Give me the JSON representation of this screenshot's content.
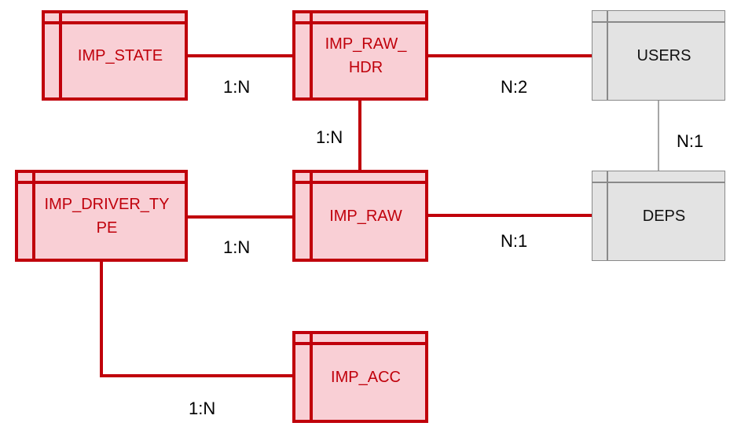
{
  "diagram": {
    "entities": {
      "imp_state": "IMP_STATE",
      "imp_raw_hdr_line1": "IMP_RAW_",
      "imp_raw_hdr_line2": "HDR",
      "users": "USERS",
      "imp_driver_type_line1": "IMP_DRIVER_TY",
      "imp_driver_type_line2": "PE",
      "imp_raw": "IMP_RAW",
      "deps": "DEPS",
      "imp_acc": "IMP_ACC"
    },
    "relations": {
      "state_to_raw_hdr": "1:N",
      "raw_hdr_to_users": "N:2",
      "raw_hdr_to_raw": "1:N",
      "users_to_deps": "N:1",
      "driver_type_to_raw": "1:N",
      "raw_to_deps": "N:1",
      "driver_type_to_acc": "1:N"
    },
    "colors": {
      "core_fill": "#f9cfd5",
      "core_stroke": "#c0000b",
      "external_fill": "#e3e3e3",
      "external_stroke": "#8a8a8a"
    }
  }
}
